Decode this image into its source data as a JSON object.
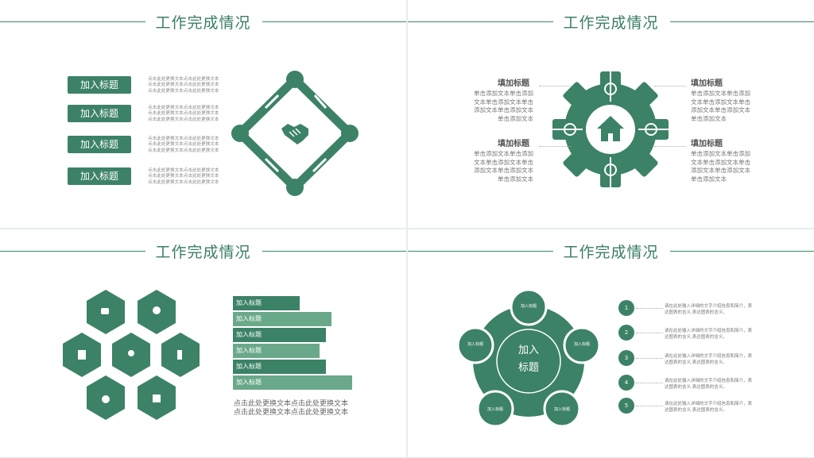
{
  "slides": {
    "s1": {
      "title": "工作完成情况",
      "items": [
        {
          "label": "加入标题",
          "text": "点击此处更换文本点击此处更换文本\n点击此处更换文本点击此处更换文本\n点击此处更换文本点击此处更换文本"
        },
        {
          "label": "加入标题",
          "text": "点击此处更换文本点击此处更换文本\n点击此处更换文本点击此处更换文本\n点击此处更换文本点击此处更换文本"
        },
        {
          "label": "加入标题",
          "text": "点击此处更换文本点击此处更换文本\n点击此处更换文本点击此处更换文本\n点击此处更换文本点击此处更换文本"
        },
        {
          "label": "加入标题",
          "text": "点击此处更换文本点击此处更换文本\n点击此处更换文本点击此处更换文本\n点击此处更换文本点击此处更换文本"
        }
      ]
    },
    "s2": {
      "title": "工作完成情况",
      "tl": {
        "title": "填加标题",
        "text": "单击添加文本单击添加\n文本单击添加文本单击\n添加文本单击添加文本\n单击添加文本"
      },
      "bl": {
        "title": "填加标题",
        "text": "单击添加文本单击添加\n文本单击添加文本单击\n添加文本单击添加文本\n单击添加文本"
      },
      "tr": {
        "title": "填加标题",
        "text": "单击添加文本单击添加\n文本单击添加文本单击\n添加文本单击添加文本\n单击添加文本"
      },
      "br": {
        "title": "填加标题",
        "text": "单击添加文本单击添加\n文本单击添加文本单击\n添加文本单击添加文本\n单击添加文本"
      }
    },
    "s3": {
      "title": "工作完成情况",
      "bars": [
        {
          "label": "加入标题",
          "value": 0.56
        },
        {
          "label": "加入标题",
          "value": 0.83
        },
        {
          "label": "加入标题",
          "value": 0.78
        },
        {
          "label": "加入标题",
          "value": 0.73
        },
        {
          "label": "加入标题",
          "value": 0.78
        },
        {
          "label": "加入标题",
          "value": 1.0
        }
      ],
      "text": "点击此处更换文本点击此处更换文本\n点击此处更换文本点击此处更换文本"
    },
    "s4": {
      "title": "工作完成情况",
      "center": "加入\n标题",
      "circles": [
        "加入标题",
        "加入标题",
        "加入标题",
        "加入标题",
        "加入标题"
      ],
      "list": [
        {
          "num": "1",
          "text": "请在此处输入详细的文字介绍信息和简介，表达图表的含义,表达图表的含义。"
        },
        {
          "num": "2",
          "text": "请在此处输入详细的文字介绍信息和简介，表达图表的含义,表达图表的含义。"
        },
        {
          "num": "3",
          "text": "请在此处输入详细的文字介绍信息和简介，表达图表的含义,表达图表的含义。"
        },
        {
          "num": "4",
          "text": "请在此处输入详细的文字介绍信息和简介，表达图表的含义,表达图表的含义。"
        },
        {
          "num": "5",
          "text": "请在此处输入详细的文字介绍信息和简介，表达图表的含义,表达图表的含义。"
        }
      ]
    }
  },
  "colors": {
    "accent": "#3c8266",
    "light": "#6aa88a",
    "bg": "#e9ecec"
  }
}
